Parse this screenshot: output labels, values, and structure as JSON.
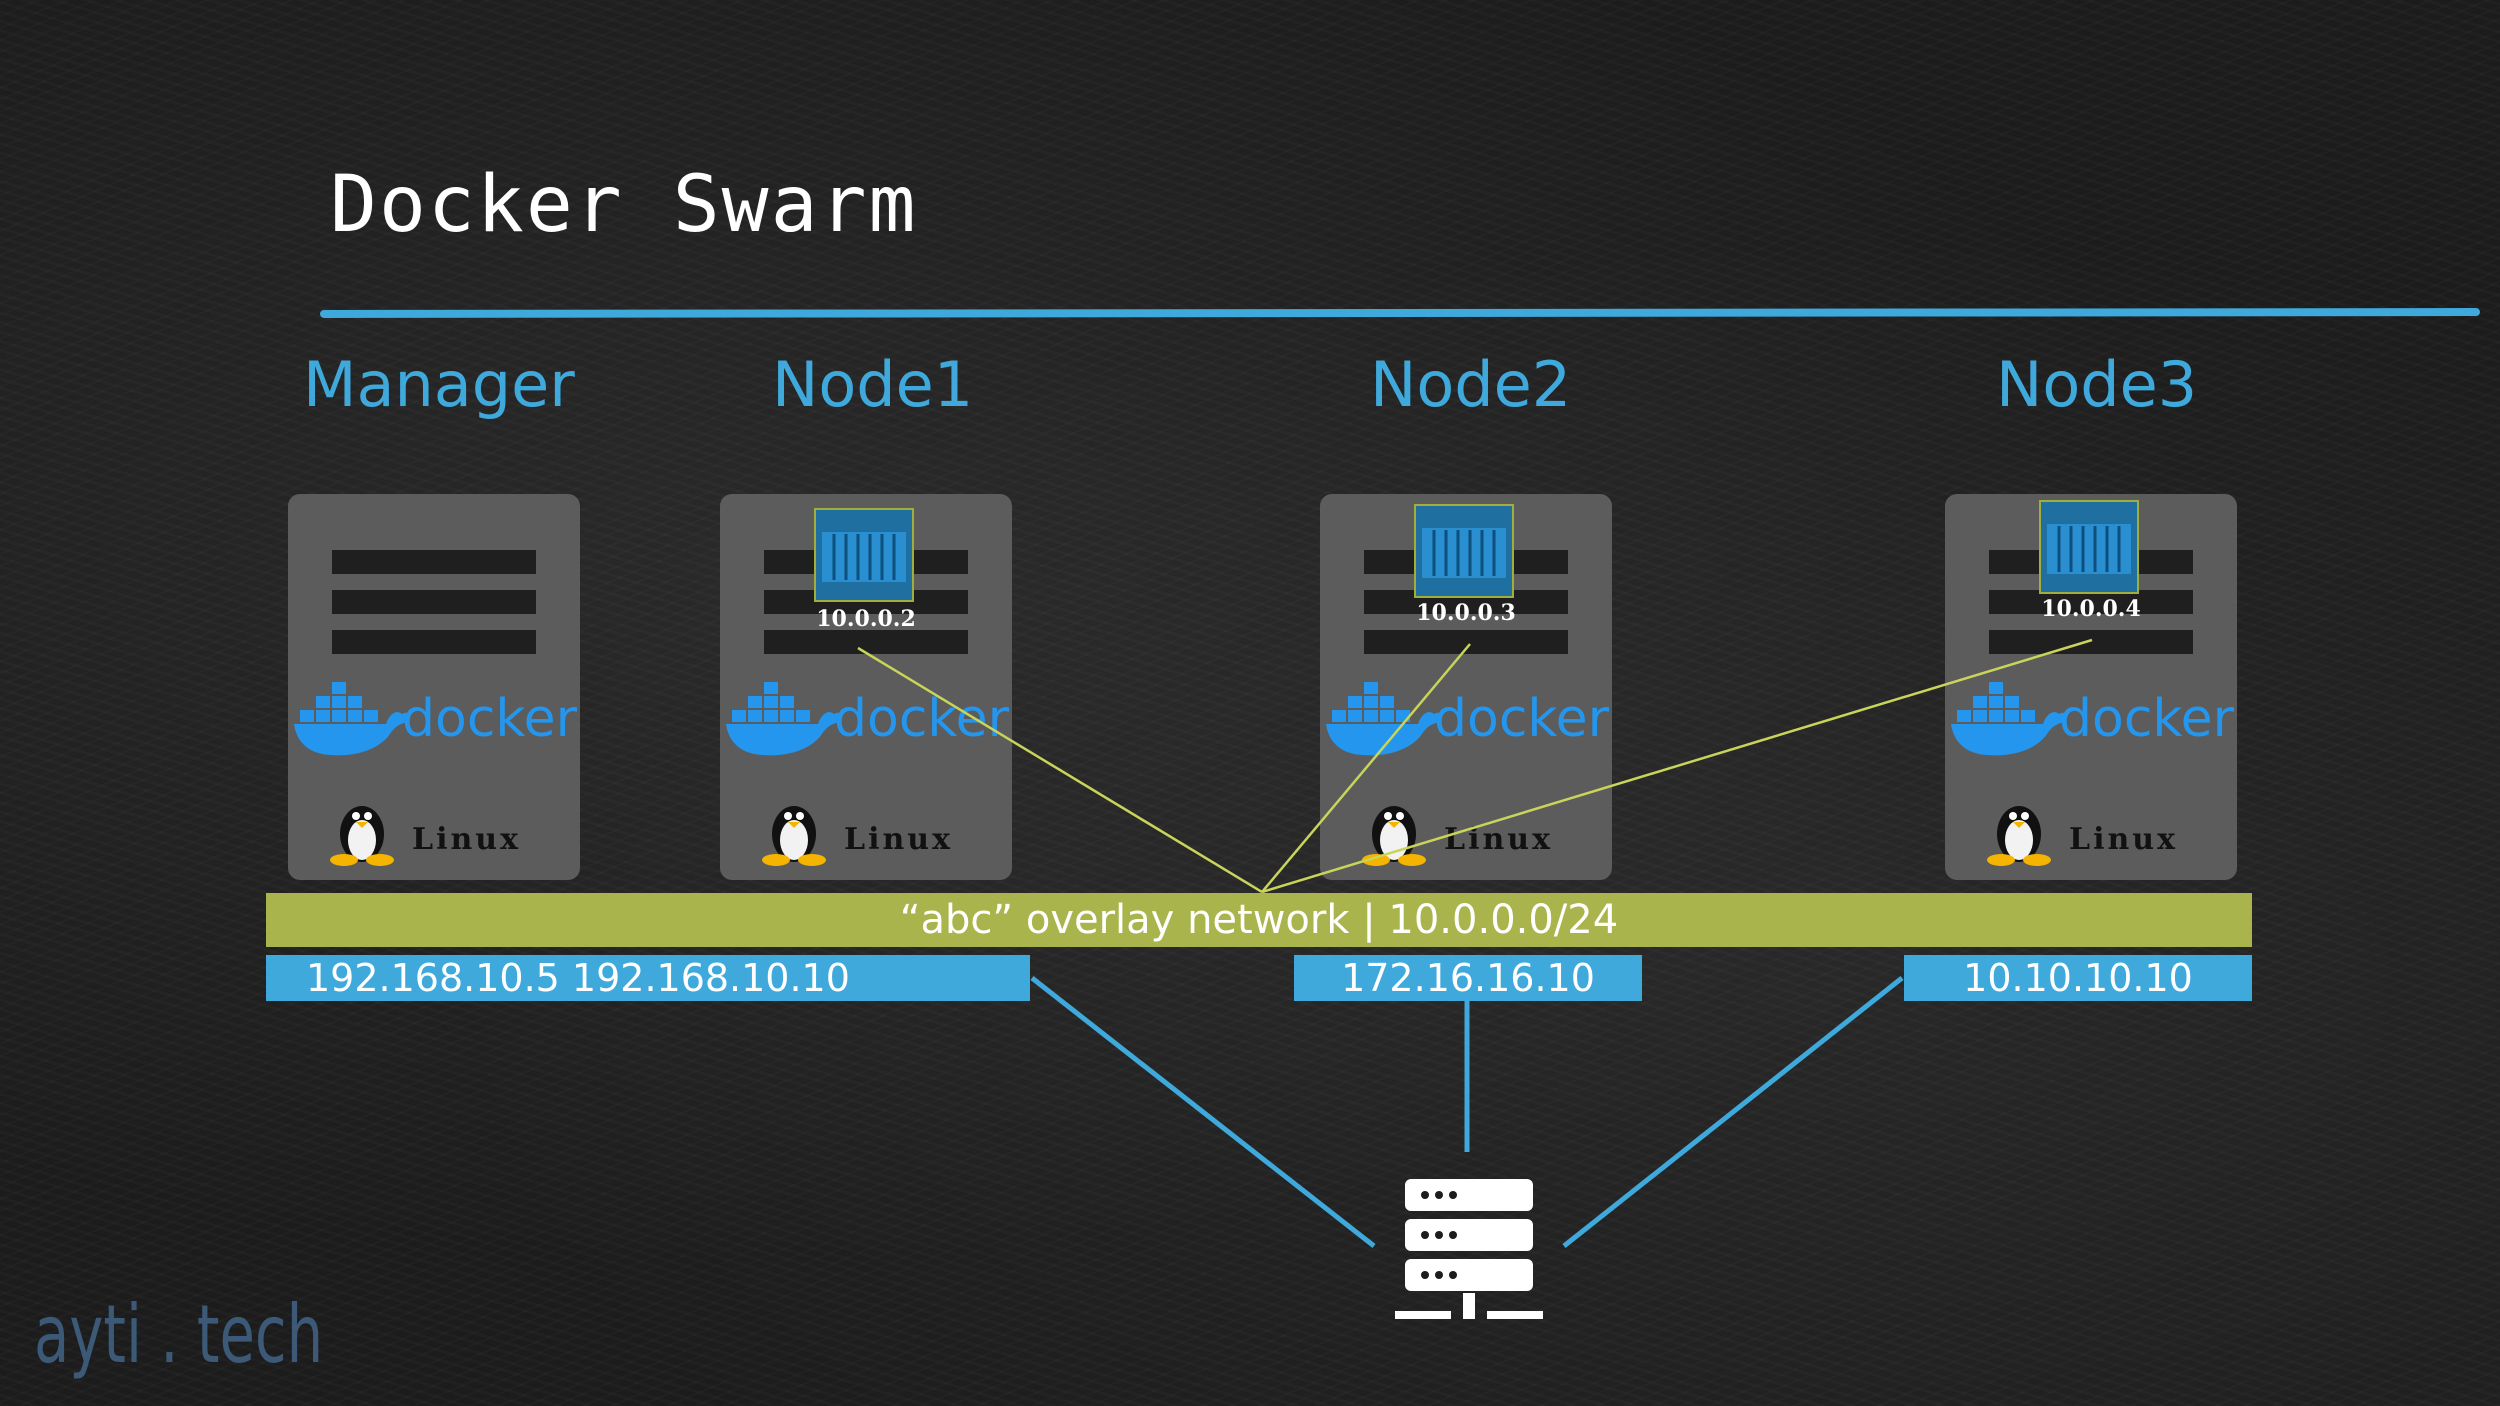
{
  "title": "Docker Swarm",
  "colors": {
    "accent": "#3fa9dc",
    "overlay": "#a9b44c",
    "node_bg": "#5c5c5c"
  },
  "nodes": [
    {
      "label": "Manager",
      "docker": "docker",
      "os": "Linux"
    },
    {
      "label": "Node1",
      "docker": "docker",
      "os": "Linux",
      "container_ip": "10.0.0.2"
    },
    {
      "label": "Node2",
      "docker": "docker",
      "os": "Linux",
      "container_ip": "10.0.0.3"
    },
    {
      "label": "Node3",
      "docker": "docker",
      "os": "Linux",
      "container_ip": "10.0.0.4"
    }
  ],
  "overlay_network": "“abc” overlay network | 10.0.0.0/24",
  "host_ips": {
    "left": "192.168.10.5 192.168.10.10",
    "middle": "172.16.16.10",
    "right": "10.10.10.10"
  },
  "icons": [
    "docker-whale-icon",
    "linux-tux-icon",
    "container-icon",
    "server-icon"
  ],
  "watermark": "ayti . tech"
}
